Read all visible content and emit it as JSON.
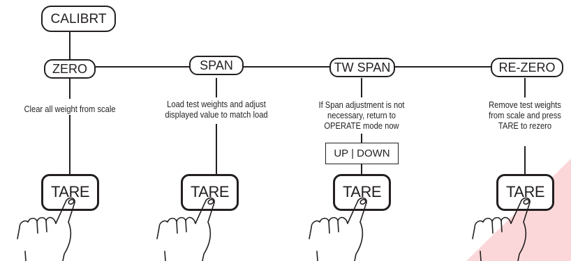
{
  "calibrt": "CALIBRT",
  "steps": [
    {
      "label": "ZERO",
      "description": [
        "Clear all weight from scale"
      ],
      "key": "TARE"
    },
    {
      "label": "SPAN",
      "description": [
        "Load test weights and adjust",
        "displayed value to match load"
      ],
      "key": "TARE"
    },
    {
      "label": "TW SPAN",
      "description": [
        "If Span adjustment is not",
        "necessary, return to",
        "OPERATE mode now"
      ],
      "key": "TARE",
      "extra_key": "UP | DOWN"
    },
    {
      "label": "RE-ZERO",
      "description": [
        "Remove test weights",
        "from scale and press",
        "TARE to rezero"
      ],
      "key": "TARE"
    }
  ],
  "colors": {
    "line": "#231f20",
    "accent": "#e8222a"
  }
}
